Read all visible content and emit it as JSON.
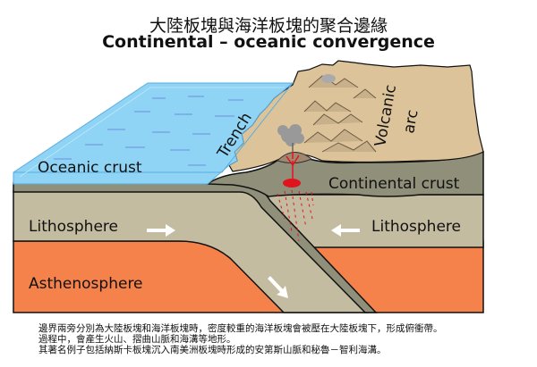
{
  "title": {
    "chinese": "大陸板塊與海洋板塊的聚合邊緣",
    "english": "Continental – oceanic convergence"
  },
  "labels": {
    "oceanic_crust": "Oceanic crust",
    "trench": "Trench",
    "volcanic": "Volcanic",
    "arc": "arc",
    "continental_crust": "Continental crust",
    "lithosphere_left": "Lithosphere",
    "lithosphere_right": "Lithosphere",
    "asthenosphere": "Asthenosphere"
  },
  "caption": [
    "邊界兩旁分別為大陸板塊和海洋板塊時，密度較重的海洋板塊會被壓在大陸板塊下，形成俯衝帶。",
    "過程中，會產生火山、摺曲山脈和海溝等地形。",
    "其著名例子包括納斯卡板塊沉入南美洲板塊時形成的安第斯山脈和秘魯－智利海溝。"
  ],
  "colors": {
    "water": "#8fd3f5",
    "land": "#dcc39a",
    "crust": "#8f8f7a",
    "lithosphere": "#c4bca0",
    "asthenosphere": "#f5824a",
    "magma": "#e0141e"
  }
}
